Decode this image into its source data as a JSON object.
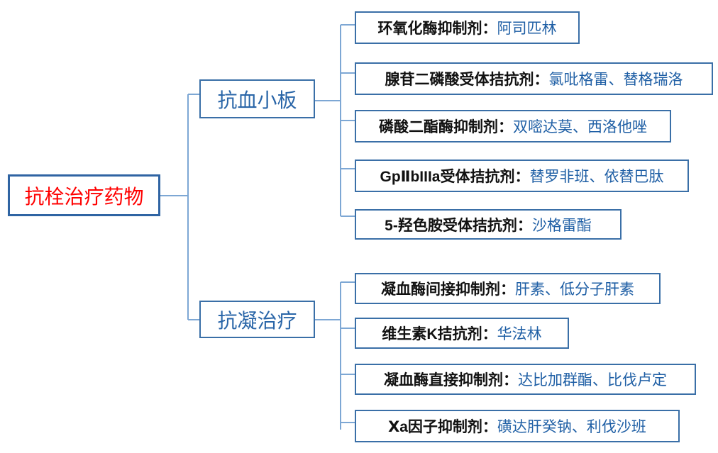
{
  "root": {
    "label": "抗栓治疗药物"
  },
  "branches": [
    {
      "label": "抗血小板",
      "items": [
        {
          "key": "环氧化酶抑制剂：",
          "value": "阿司匹林"
        },
        {
          "key": "腺苷二磷酸受体拮抗剂：",
          "value": "氯吡格雷、替格瑞洛"
        },
        {
          "key": "磷酸二酯酶抑制剂：",
          "value": "双嘧达莫、西洛他唑"
        },
        {
          "key": "GpⅡbIIIa受体拮抗剂：",
          "value": "替罗非班、依替巴肽"
        },
        {
          "key": "5-羟色胺受体拮抗剂：",
          "value": "沙格雷酯"
        }
      ]
    },
    {
      "label": "抗凝治疗",
      "items": [
        {
          "key": "凝血酶间接抑制剂：",
          "value": "肝素、低分子肝素"
        },
        {
          "key": "维生素K拮抗剂：",
          "value": "华法林"
        },
        {
          "key": "凝血酶直接抑制剂：",
          "value": "达比加群酯、比伐卢定"
        },
        {
          "key": "Ⅹa因子抑制剂：",
          "value": "磺达肝癸钠、利伐沙班"
        }
      ]
    }
  ],
  "colors": {
    "line": "#7da7d4",
    "border": "#3a6fa7",
    "root_text": "#ff0000",
    "branch_text": "#2a66a8",
    "value_text": "#1f5fa5"
  }
}
